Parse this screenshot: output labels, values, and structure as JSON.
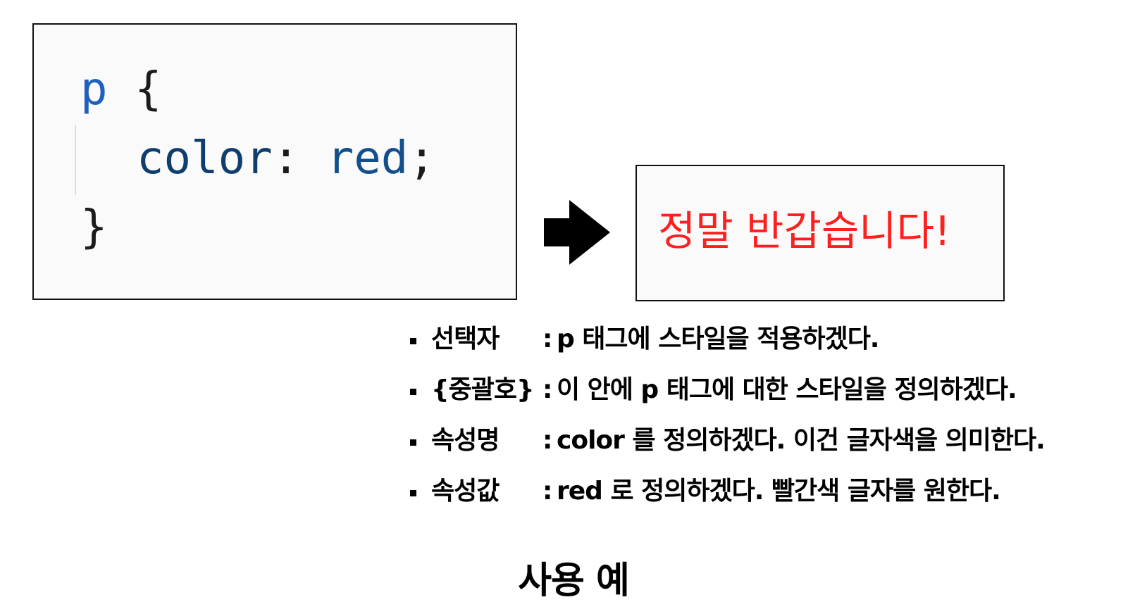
{
  "code": {
    "selector": "p",
    "open_brace": "{",
    "property": "color",
    "colon": ":",
    "value": "red",
    "semicolon": ";",
    "close_brace": "}"
  },
  "result": {
    "text": "정말 반갑습니다!",
    "color": "#ff1f1f"
  },
  "arrow": {
    "icon": "right-arrow-icon"
  },
  "descriptions": [
    {
      "term": "선택자",
      "colon": ":",
      "text": "p 태그에 스타일을 적용하겠다."
    },
    {
      "term": "{중괄호}",
      "colon": ":",
      "text": "이 안에 p 태그에 대한 스타일을 정의하겠다."
    },
    {
      "term": "속성명",
      "colon": ":",
      "text": "color 를 정의하겠다. 이건 글자색을 의미한다."
    },
    {
      "term": "속성값",
      "colon": ":",
      "text": "red 로 정의하겠다. 빨간색 글자를 원한다."
    }
  ],
  "caption": "사용 예"
}
